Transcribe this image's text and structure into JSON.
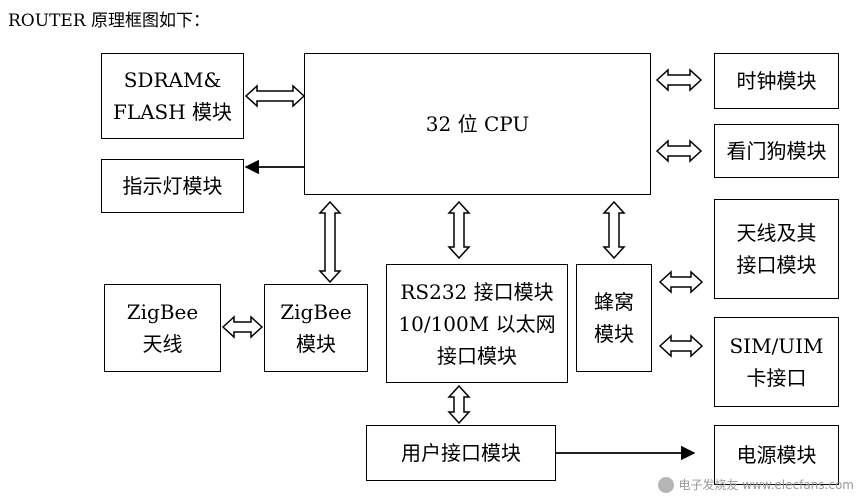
{
  "caption": "ROUTER 原理框图如下：",
  "blocks": {
    "sdram": [
      "SDRAM&",
      "FLASH 模块"
    ],
    "indicator": "指示灯模块",
    "cpu": "32 位 CPU",
    "clock": "时钟模块",
    "watchdog": "看门狗模块",
    "antenna": [
      "天线及其",
      "接口模块"
    ],
    "sim": [
      "SIM/UIM",
      "卡接口"
    ],
    "zigbee_antenna": [
      "ZigBee",
      "天线"
    ],
    "zigbee_module": [
      "ZigBee",
      "模块"
    ],
    "rs232": [
      "RS232 接口模块",
      "10/100M 以太网",
      "接口模块"
    ],
    "cellular": [
      "蜂窝",
      "模块"
    ],
    "user_interface": "用户接口模块",
    "power": "电源模块"
  },
  "watermark": "电子发烧友 www.elecfans.com",
  "colors": {
    "line": "#000000",
    "background": "#ffffff"
  }
}
